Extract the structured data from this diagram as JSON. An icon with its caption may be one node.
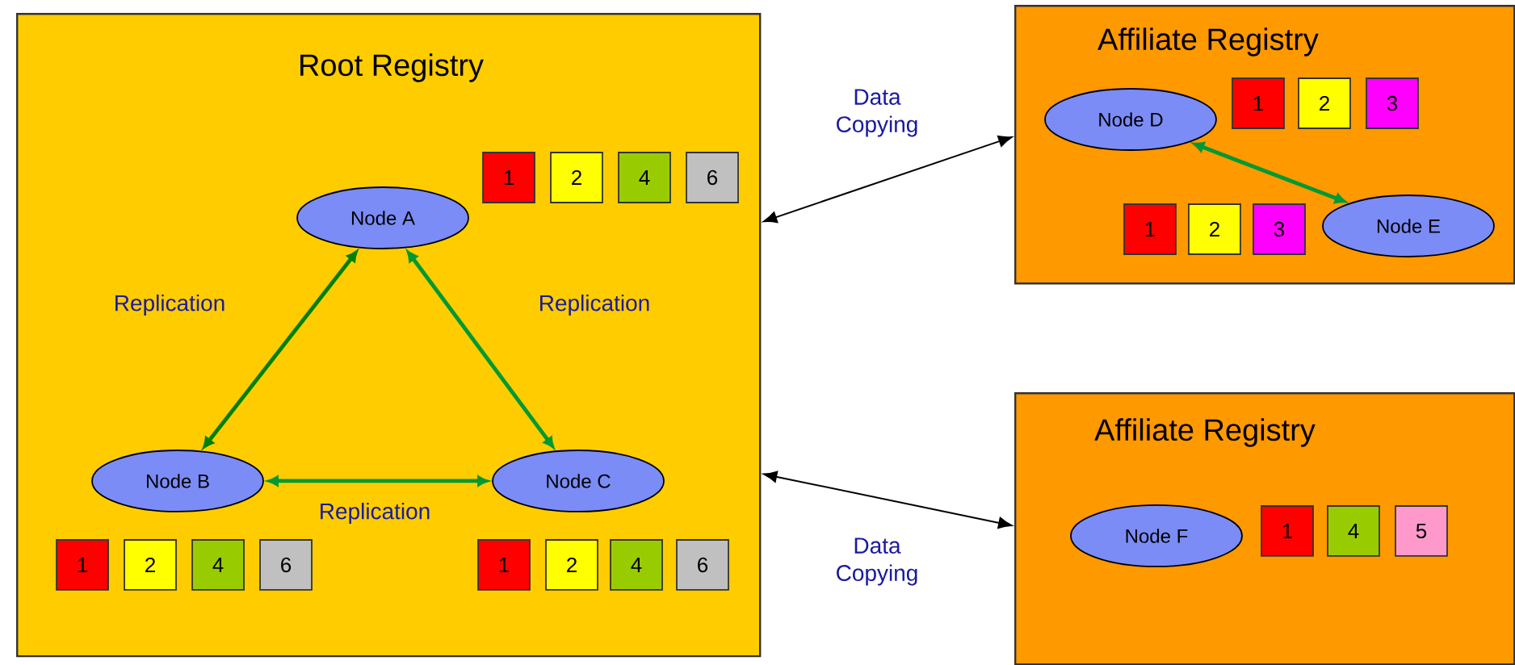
{
  "diagram": {
    "nodes": [
      {
        "text": [
          "Root Registry"
        ]
      },
      {
        "text": [
          "Node A"
        ],
        "in": 0
      },
      {
        "text": [
          "1"
        ],
        "in": 0
      },
      {
        "text": [
          "2"
        ],
        "in": 0
      },
      {
        "text": [
          "4"
        ],
        "in": 0
      },
      {
        "text": [
          "6"
        ],
        "in": 0
      },
      {
        "text": [
          "Node B"
        ],
        "in": 0
      },
      {
        "text": [
          "Node C"
        ],
        "in": 0
      },
      {
        "text": [
          "1"
        ],
        "in": 0
      },
      {
        "text": [
          "2"
        ],
        "in": 0
      },
      {
        "text": [
          "4"
        ],
        "in": 0
      },
      {
        "text": [
          "6"
        ],
        "in": 0
      },
      {
        "text": [
          "1"
        ],
        "in": 0
      },
      {
        "text": [
          "2"
        ],
        "in": 0
      },
      {
        "text": [
          "4"
        ],
        "in": 0
      },
      {
        "text": [
          "6"
        ],
        "in": 0
      },
      {
        "text": [
          "Affiliate Registry"
        ]
      },
      {
        "text": [
          "Node D"
        ],
        "in": 16
      },
      {
        "text": [
          "1"
        ],
        "in": 16
      },
      {
        "text": [
          "2"
        ],
        "in": 16
      },
      {
        "text": [
          "3"
        ],
        "in": 16
      },
      {
        "text": [
          "1"
        ],
        "in": 16
      },
      {
        "text": [
          "2"
        ],
        "in": 16
      },
      {
        "text": [
          "3"
        ],
        "in": 16
      },
      {
        "text": [
          "Node E"
        ],
        "in": 16
      },
      {
        "text": [
          "Affiliate Registry"
        ]
      },
      {
        "text": [
          "Node F"
        ],
        "in": 25
      },
      {
        "text": [
          "1"
        ],
        "in": 25
      },
      {
        "text": [
          "4"
        ],
        "in": 25
      },
      {
        "text": [
          "5"
        ],
        "in": 25
      }
    ],
    "edges": [
      {
        "from": 1,
        "to": 6,
        "arrow": "both",
        "label": "Replication",
        "color": "#008000"
      },
      {
        "from": 1,
        "to": 7,
        "arrow": "both",
        "label": "Replication"
      },
      {
        "from": 6,
        "to": 7,
        "arrow": "both",
        "label": "Replication"
      },
      {
        "from": 17,
        "to": 24,
        "arrow": "both"
      },
      {
        "from": 0,
        "to": 16,
        "arrow": "both",
        "label": "Data Copying",
        "color": "#000000"
      },
      {
        "from": 0,
        "to": 25,
        "arrow": "both",
        "label": "Data Copying",
        "color": "#000000"
      }
    ]
  }
}
